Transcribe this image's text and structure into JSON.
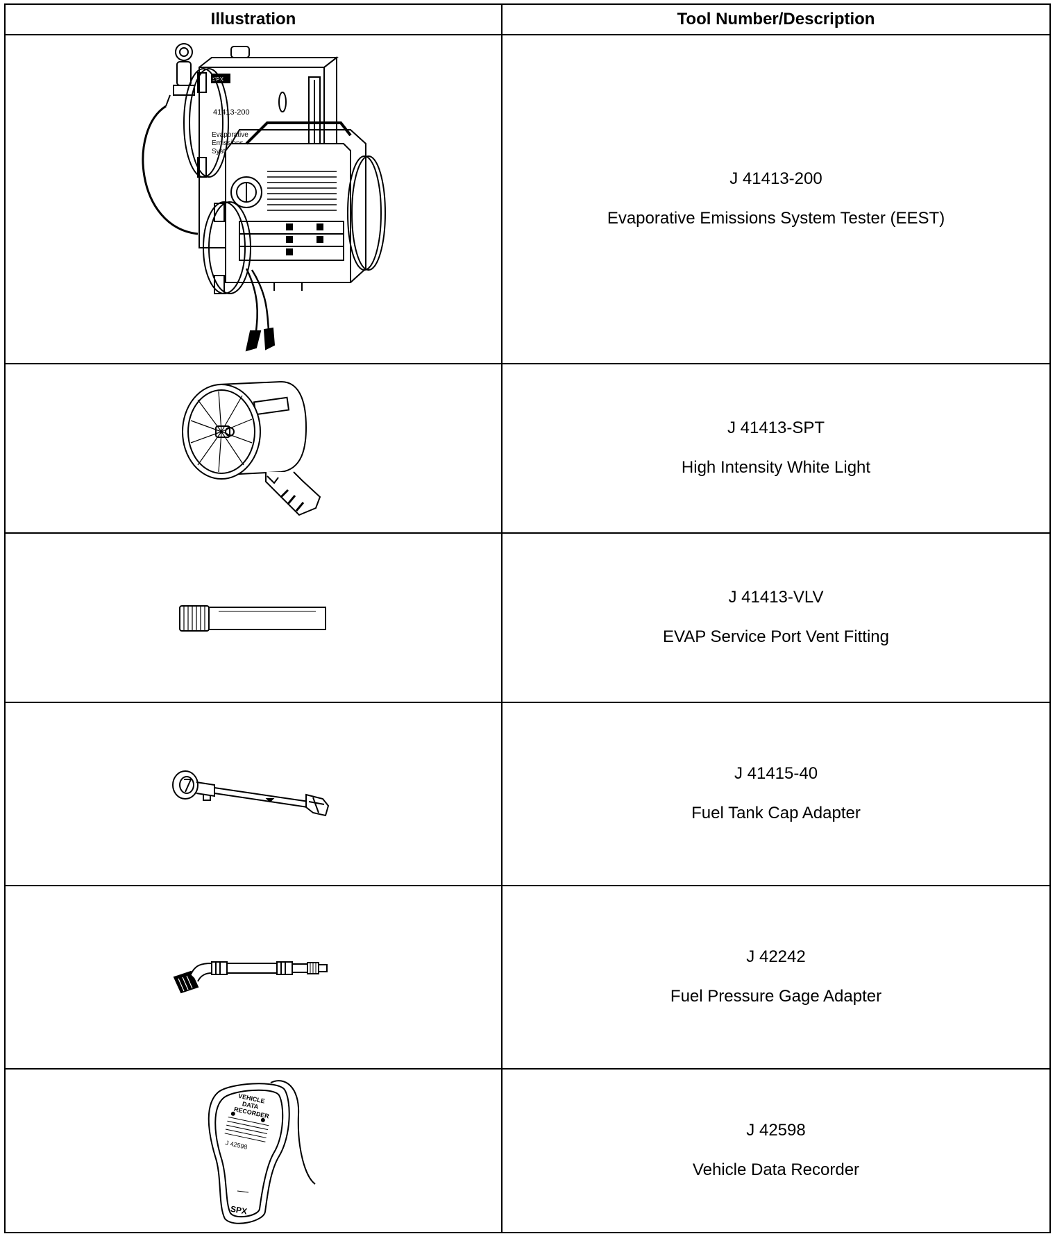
{
  "header": {
    "illustration": "Illustration",
    "tool": "Tool Number/Description"
  },
  "rows": [
    {
      "number": "J 41413-200",
      "description": "Evaporative Emissions System Tester (EEST)",
      "icon": "evap-emissions-tester-icon",
      "illustration_text": {
        "brand": "SPX",
        "model": "41413-200",
        "label1": "Evaporative",
        "label2": "Emissions",
        "label3": "System Tester"
      }
    },
    {
      "number": "J 41413-SPT",
      "description": "High Intensity White Light",
      "icon": "spotlight-icon"
    },
    {
      "number": "J 41413-VLV",
      "description": "EVAP Service Port Vent Fitting",
      "icon": "vent-fitting-icon"
    },
    {
      "number": "J 41415-40",
      "description": "Fuel Tank Cap Adapter",
      "icon": "fuel-cap-adapter-icon"
    },
    {
      "number": "J 42242",
      "description": "Fuel Pressure Gage Adapter",
      "icon": "gage-adapter-icon"
    },
    {
      "number": "J 42598",
      "description": "Vehicle Data Recorder",
      "icon": "data-recorder-icon",
      "illustration_text": {
        "l1": "VEHICLE",
        "l2": "DATA",
        "l3": "RECORDER",
        "model": "J 42598",
        "brand": "SPX"
      }
    }
  ]
}
